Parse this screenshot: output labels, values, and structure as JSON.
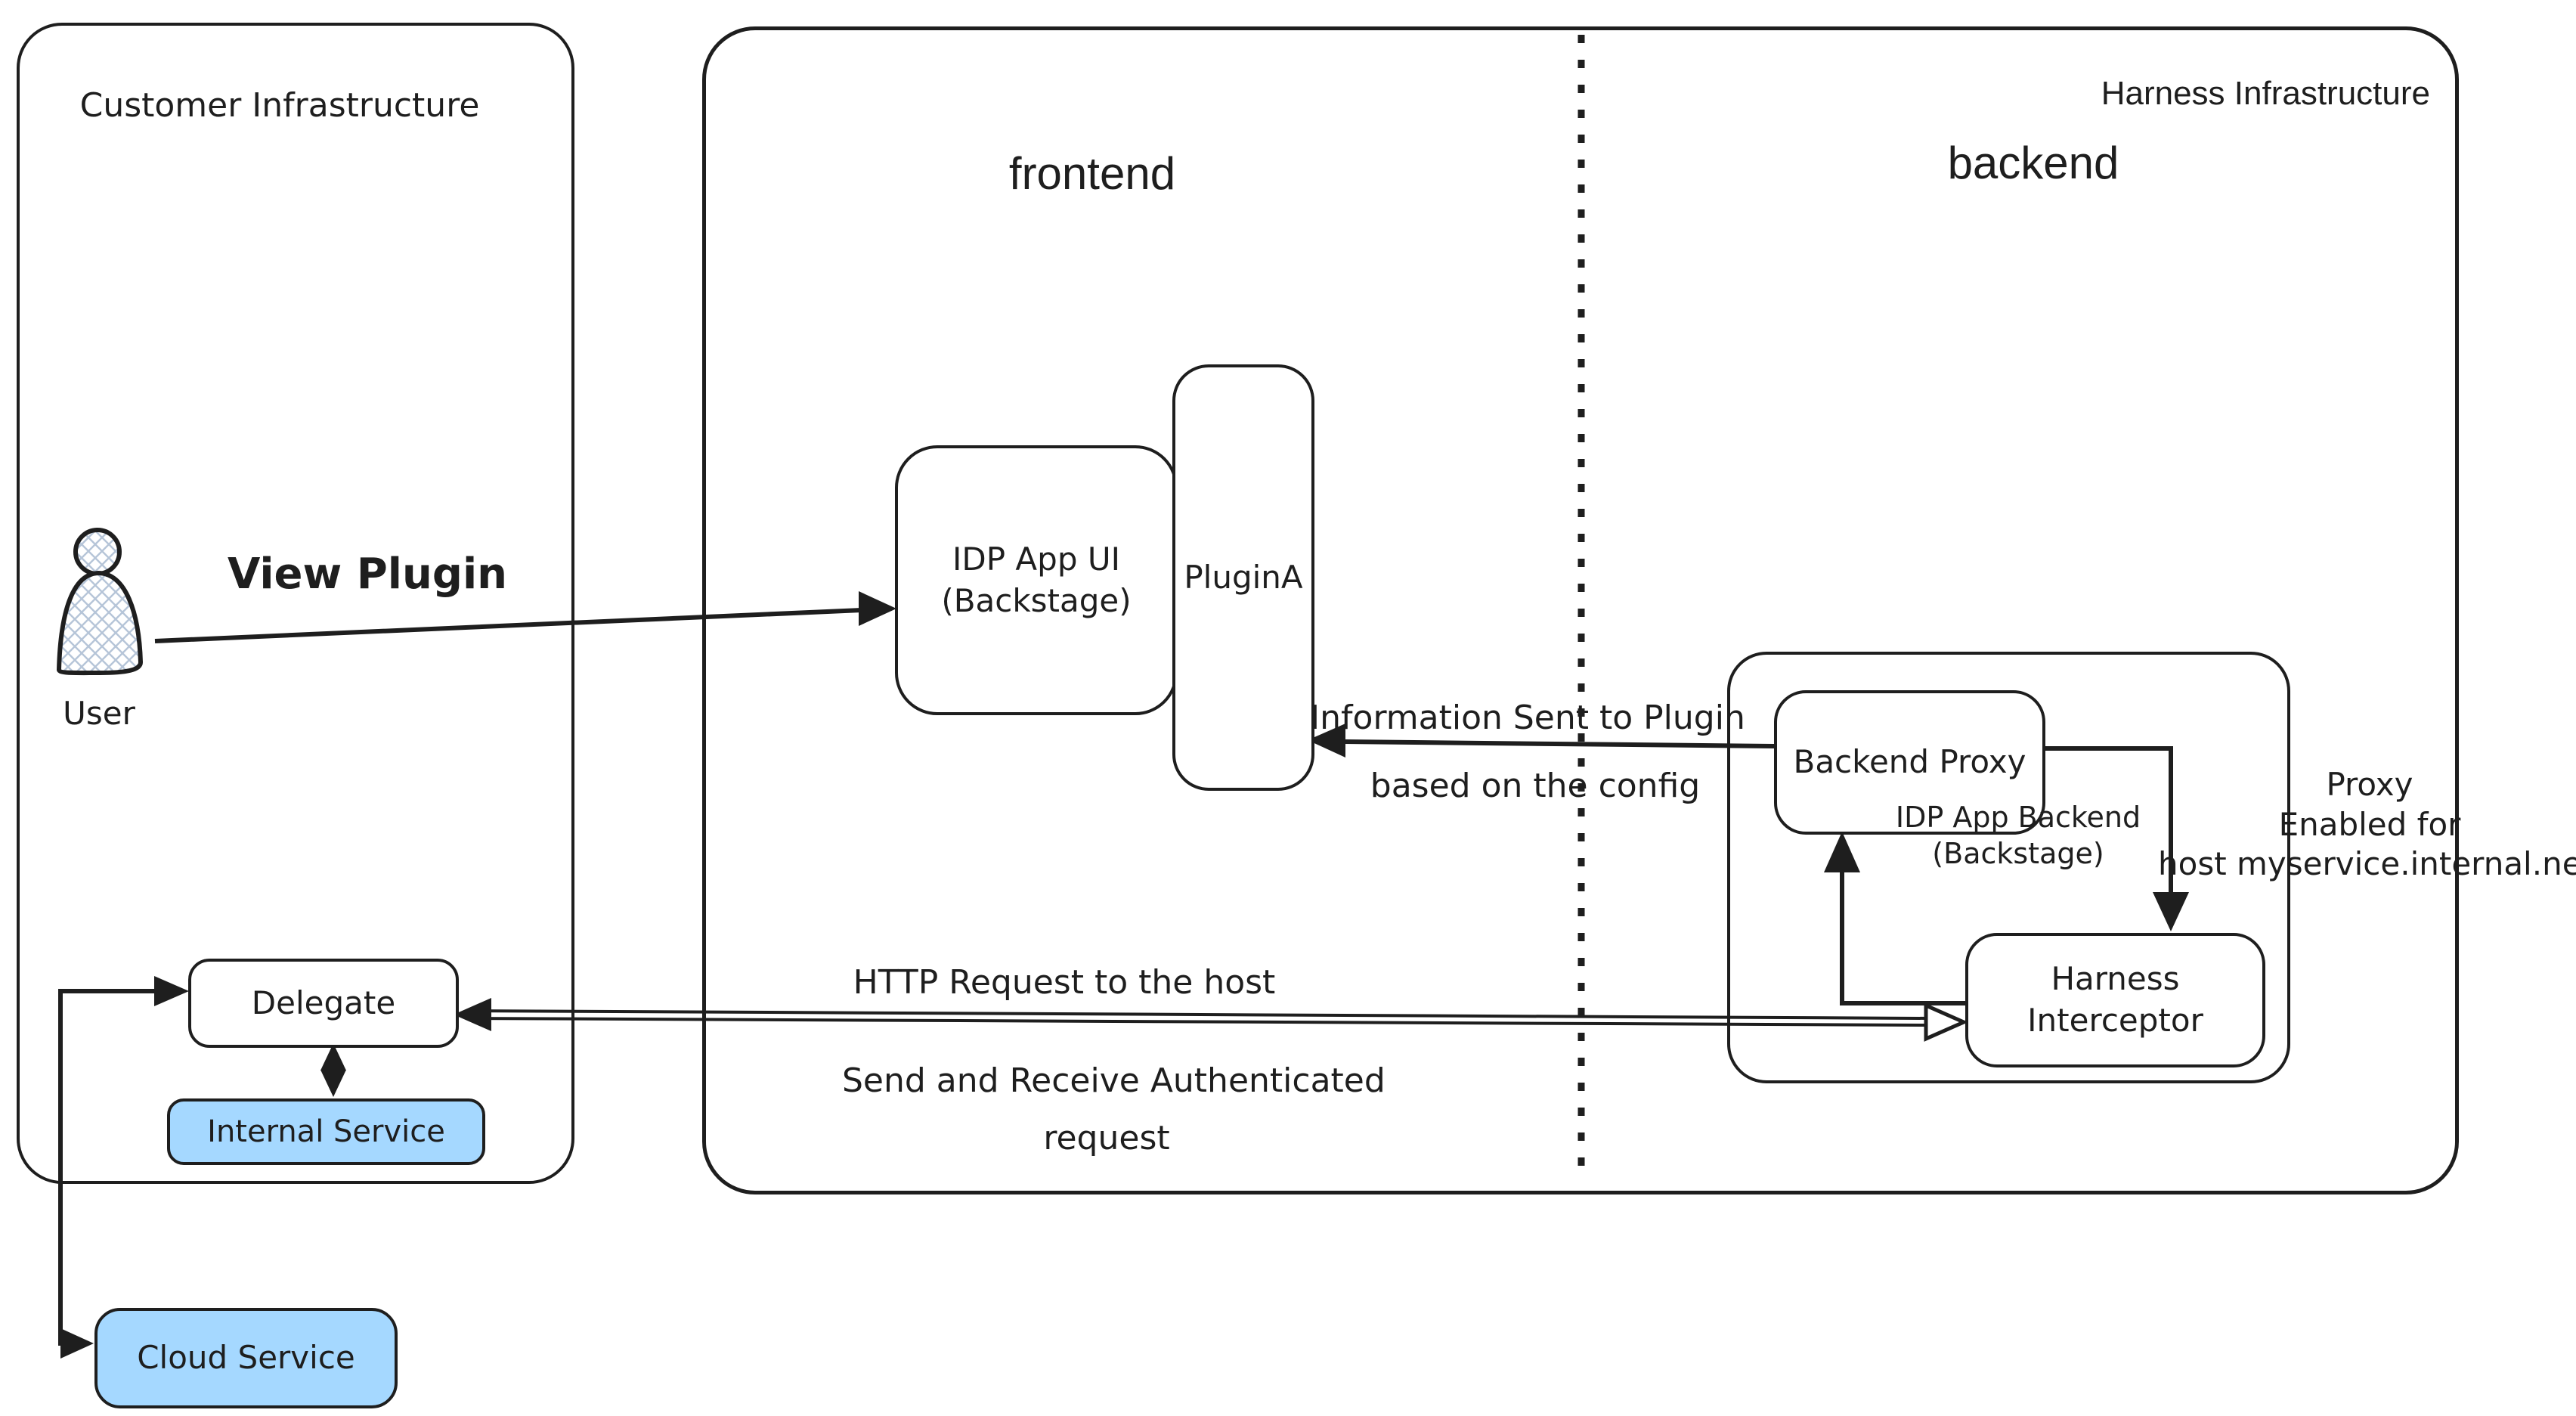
{
  "colors": {
    "ink": "#1e1e1e",
    "blue": "#a5d8ff",
    "bg": "#ffffff",
    "hatch": "#b6c5d8"
  },
  "customer": {
    "title": "Customer Infrastructure",
    "user_label": "User",
    "view_plugin_label": "View Plugin",
    "delegate_label": "Delegate",
    "internal_service_label": "Internal Service",
    "cloud_service_label": "Cloud Service"
  },
  "harness": {
    "title": "Harness Infrastructure",
    "frontend_label": "frontend",
    "backend_label": "backend",
    "idp_app_ui": {
      "line1": "IDP App UI",
      "line2": "(Backstage)"
    },
    "plugin_a_label": "PluginA",
    "backend_proxy_label": "Backend Proxy",
    "idp_app_backend": {
      "line1": "IDP App Backend",
      "line2": "(Backstage)"
    },
    "harness_interceptor": {
      "line1": "Harness",
      "line2": "Interceptor"
    },
    "proxy_note": {
      "line1": "Proxy",
      "line2": "Enabled for",
      "line3": "host myservice.internal.net"
    }
  },
  "edges": {
    "info_sent": {
      "line1": "Information Sent to Plugin",
      "line2": "based on the config"
    },
    "http_request": {
      "line1": "HTTP Request to the host",
      "line2": "Send and Receive Authenticated",
      "line3": "request"
    }
  }
}
